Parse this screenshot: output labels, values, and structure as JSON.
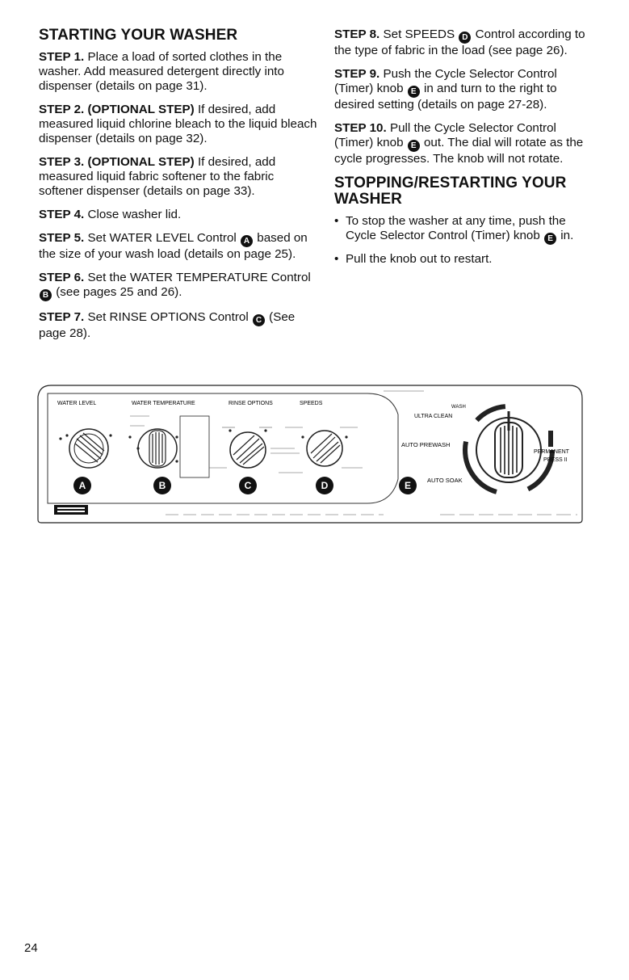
{
  "left_heading": "STARTING YOUR WASHER",
  "steps_left": [
    {
      "label": "STEP 1.",
      "text": "Place a load of sorted clothes in the washer. Add measured detergent directly into dispenser (details on page 31)."
    },
    {
      "label": "STEP 2. (OPTIONAL STEP)",
      "text": "If desired, add measured liquid chlorine bleach to the liquid bleach dispenser (details on page 32)."
    },
    {
      "label": "STEP 3. (OPTIONAL STEP)",
      "text": "If desired, add measured liquid fabric softener to the fabric softener dispenser (details on page 33)."
    },
    {
      "label": "STEP 4.",
      "text": "Close washer lid."
    },
    {
      "label": "STEP 5.",
      "text_before": "Set WATER LEVEL Control",
      "badge": "A",
      "text_after": "based on the size of your wash load (details on page 25)."
    },
    {
      "label": "STEP 6.",
      "text_before": "Set the WATER TEMPERATURE Control",
      "badge": "B",
      "text_after": "(see pages 25 and 26)."
    },
    {
      "label": "STEP 7.",
      "text_before": "Set RINSE OPTIONS Control",
      "badge": "C",
      "text_after": "(See page 28)."
    }
  ],
  "steps_right": [
    {
      "label": "STEP 8.",
      "text_before": "Set SPEEDS",
      "badge": "D",
      "text_after": "Control according to the type of fabric in the load (see page 26)."
    },
    {
      "label": "STEP 9.",
      "text_before": "Push the Cycle Selector Control (Timer) knob",
      "badge": "E",
      "text_after": "in and turn to the right to desired setting (details on page 27-28)."
    },
    {
      "label": "STEP 10.",
      "text_before": "Pull the Cycle Selector Control (Timer) knob",
      "badge": "E",
      "text_after": "out. The dial will rotate as the cycle progresses. The knob will not rotate."
    }
  ],
  "right_heading": "STOPPING/RESTARTING YOUR WASHER",
  "bullets": [
    {
      "text_before": "To stop the washer at any time, push the Cycle Selector Control (Timer) knob",
      "badge": "E",
      "text_after": "in."
    },
    {
      "text": "Pull the knob out to restart."
    }
  ],
  "panel": {
    "water_level_label": "WATER LEVEL",
    "water_temp_label": "WATER TEMPERATURE",
    "rinse_label": "RINSE OPTIONS",
    "speeds_label": "SPEEDS",
    "timer_top": "WASH",
    "ultra_clean": "ULTRA CLEAN",
    "auto_prewash": "AUTO PREWASH",
    "auto_soak": "AUTO SOAK",
    "permanent": "PERMANENT",
    "press": "PRESS II",
    "badges": [
      "A",
      "B",
      "C",
      "D",
      "E"
    ]
  },
  "page_number": "24"
}
